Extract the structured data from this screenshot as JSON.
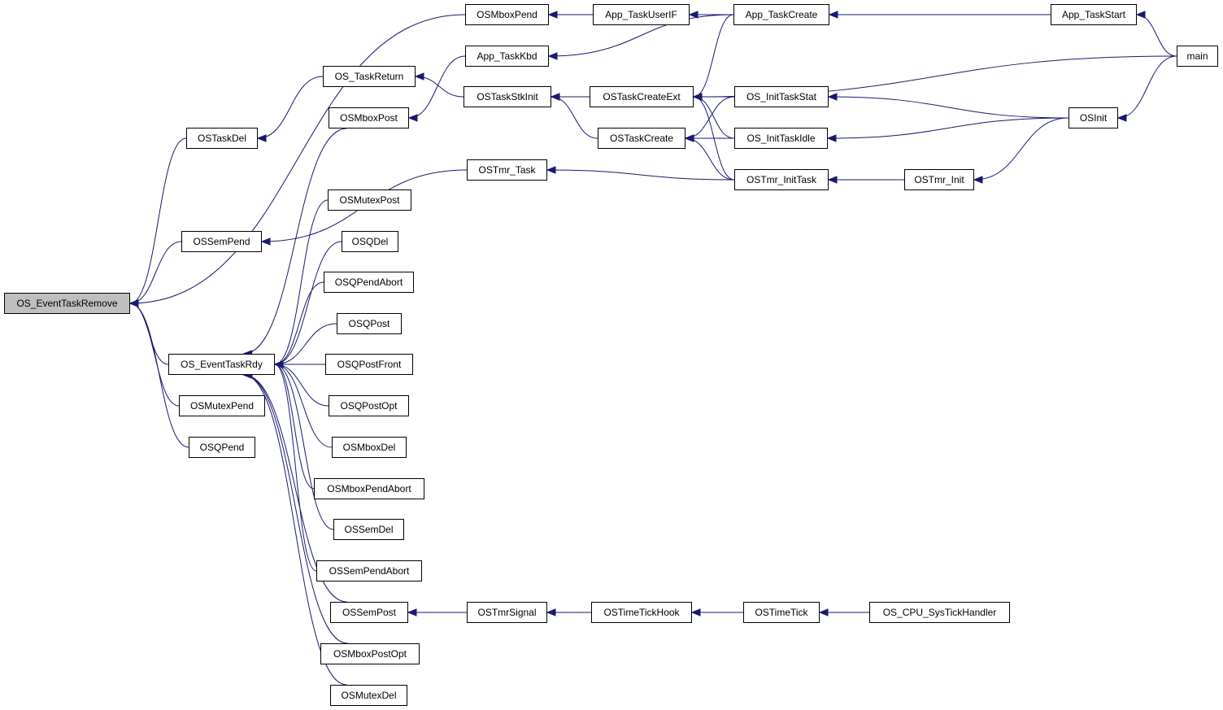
{
  "root": "OS_EventTaskRemove",
  "colors": {
    "edge": "#191970",
    "node_border": "#000000",
    "root_fill": "#bfbfbf",
    "node_fill": "#ffffff"
  },
  "nodes": [
    {
      "id": "OS_EventTaskRemove",
      "label": "OS_EventTaskRemove"
    },
    {
      "id": "OSMboxPend",
      "label": "OSMboxPend"
    },
    {
      "id": "App_TaskUserIF",
      "label": "App_TaskUserIF"
    },
    {
      "id": "App_TaskCreate",
      "label": "App_TaskCreate"
    },
    {
      "id": "App_TaskStart",
      "label": "App_TaskStart"
    },
    {
      "id": "main",
      "label": "main"
    },
    {
      "id": "App_TaskKbd",
      "label": "App_TaskKbd"
    },
    {
      "id": "OS_TaskReturn",
      "label": "OS_TaskReturn"
    },
    {
      "id": "OSTaskStkInit",
      "label": "OSTaskStkInit"
    },
    {
      "id": "OSTaskCreateExt",
      "label": "OSTaskCreateExt"
    },
    {
      "id": "OS_InitTaskStat",
      "label": "OS_InitTaskStat"
    },
    {
      "id": "OSInit",
      "label": "OSInit"
    },
    {
      "id": "OSTaskDel",
      "label": "OSTaskDel"
    },
    {
      "id": "OSMboxPost",
      "label": "OSMboxPost"
    },
    {
      "id": "OSTaskCreate",
      "label": "OSTaskCreate"
    },
    {
      "id": "OS_InitTaskIdle",
      "label": "OS_InitTaskIdle"
    },
    {
      "id": "OSTmr_Task",
      "label": "OSTmr_Task"
    },
    {
      "id": "OSTmr_InitTask",
      "label": "OSTmr_InitTask"
    },
    {
      "id": "OSTmr_Init",
      "label": "OSTmr_Init"
    },
    {
      "id": "OSMutexPost",
      "label": "OSMutexPost"
    },
    {
      "id": "OSSemPend",
      "label": "OSSemPend"
    },
    {
      "id": "OSQDel",
      "label": "OSQDel"
    },
    {
      "id": "OSQPendAbort",
      "label": "OSQPendAbort"
    },
    {
      "id": "OSQPost",
      "label": "OSQPost"
    },
    {
      "id": "OS_EventTaskRdy",
      "label": "OS_EventTaskRdy"
    },
    {
      "id": "OSQPostFront",
      "label": "OSQPostFront"
    },
    {
      "id": "OSMutexPend",
      "label": "OSMutexPend"
    },
    {
      "id": "OSQPostOpt",
      "label": "OSQPostOpt"
    },
    {
      "id": "OSQPend",
      "label": "OSQPend"
    },
    {
      "id": "OSMboxDel",
      "label": "OSMboxDel"
    },
    {
      "id": "OSMboxPendAbort",
      "label": "OSMboxPendAbort"
    },
    {
      "id": "OSSemDel",
      "label": "OSSemDel"
    },
    {
      "id": "OSSemPendAbort",
      "label": "OSSemPendAbort"
    },
    {
      "id": "OSSemPost",
      "label": "OSSemPost"
    },
    {
      "id": "OSTmrSignal",
      "label": "OSTmrSignal"
    },
    {
      "id": "OSTimeTickHook",
      "label": "OSTimeTickHook"
    },
    {
      "id": "OSTimeTick",
      "label": "OSTimeTick"
    },
    {
      "id": "OS_CPU_SysTickHandler",
      "label": "OS_CPU_SysTickHandler"
    },
    {
      "id": "OSMboxPostOpt",
      "label": "OSMboxPostOpt"
    },
    {
      "id": "OSMutexDel",
      "label": "OSMutexDel"
    }
  ],
  "edges": [
    {
      "callee": "OS_EventTaskRemove",
      "caller": "OSMboxPend"
    },
    {
      "callee": "OS_EventTaskRemove",
      "caller": "OSTaskDel"
    },
    {
      "callee": "OS_EventTaskRemove",
      "caller": "OSSemPend"
    },
    {
      "callee": "OS_EventTaskRemove",
      "caller": "OS_EventTaskRdy"
    },
    {
      "callee": "OS_EventTaskRemove",
      "caller": "OSMutexPend"
    },
    {
      "callee": "OS_EventTaskRemove",
      "caller": "OSQPend"
    },
    {
      "callee": "OSMboxPend",
      "caller": "App_TaskUserIF"
    },
    {
      "callee": "App_TaskUserIF",
      "caller": "App_TaskCreate"
    },
    {
      "callee": "App_TaskCreate",
      "caller": "App_TaskStart"
    },
    {
      "callee": "App_TaskStart",
      "caller": "main"
    },
    {
      "callee": "OSTaskDel",
      "caller": "OS_TaskReturn"
    },
    {
      "callee": "OS_TaskReturn",
      "caller": "OSTaskStkInit"
    },
    {
      "callee": "OSTaskStkInit",
      "caller": "OSTaskCreateExt"
    },
    {
      "callee": "OSTaskStkInit",
      "caller": "OSTaskCreate"
    },
    {
      "callee": "OSTaskCreateExt",
      "caller": "App_TaskCreate"
    },
    {
      "callee": "OSTaskCreateExt",
      "caller": "main"
    },
    {
      "callee": "OSTaskCreateExt",
      "caller": "OS_InitTaskStat"
    },
    {
      "callee": "OSTaskCreateExt",
      "caller": "OS_InitTaskIdle"
    },
    {
      "callee": "OSTaskCreateExt",
      "caller": "OSTmr_InitTask"
    },
    {
      "callee": "OSTaskCreate",
      "caller": "OS_InitTaskStat"
    },
    {
      "callee": "OSTaskCreate",
      "caller": "OS_InitTaskIdle"
    },
    {
      "callee": "OSTaskCreate",
      "caller": "OSTmr_InitTask"
    },
    {
      "callee": "OS_InitTaskStat",
      "caller": "OSInit"
    },
    {
      "callee": "OS_InitTaskIdle",
      "caller": "OSInit"
    },
    {
      "callee": "OSInit",
      "caller": "main"
    },
    {
      "callee": "OSTmr_InitTask",
      "caller": "OSTmr_Init"
    },
    {
      "callee": "OSTmr_Init",
      "caller": "OSInit"
    },
    {
      "callee": "OSTmr_Task",
      "caller": "OSTmr_InitTask"
    },
    {
      "callee": "OSSemPend",
      "caller": "OSTmr_Task"
    },
    {
      "callee": "App_TaskKbd",
      "caller": "App_TaskCreate"
    },
    {
      "callee": "OSMboxPost",
      "caller": "App_TaskKbd"
    },
    {
      "callee": "OS_EventTaskRdy",
      "caller": "OSMboxPost"
    },
    {
      "callee": "OS_EventTaskRdy",
      "caller": "OSMutexPost"
    },
    {
      "callee": "OS_EventTaskRdy",
      "caller": "OSQDel"
    },
    {
      "callee": "OS_EventTaskRdy",
      "caller": "OSQPendAbort"
    },
    {
      "callee": "OS_EventTaskRdy",
      "caller": "OSQPost"
    },
    {
      "callee": "OS_EventTaskRdy",
      "caller": "OSQPostFront"
    },
    {
      "callee": "OS_EventTaskRdy",
      "caller": "OSQPostOpt"
    },
    {
      "callee": "OS_EventTaskRdy",
      "caller": "OSMboxDel"
    },
    {
      "callee": "OS_EventTaskRdy",
      "caller": "OSMboxPendAbort"
    },
    {
      "callee": "OS_EventTaskRdy",
      "caller": "OSSemDel"
    },
    {
      "callee": "OS_EventTaskRdy",
      "caller": "OSSemPendAbort"
    },
    {
      "callee": "OS_EventTaskRdy",
      "caller": "OSSemPost"
    },
    {
      "callee": "OS_EventTaskRdy",
      "caller": "OSMboxPostOpt"
    },
    {
      "callee": "OS_EventTaskRdy",
      "caller": "OSMutexDel"
    },
    {
      "callee": "OSSemPost",
      "caller": "OSTmrSignal"
    },
    {
      "callee": "OSTmrSignal",
      "caller": "OSTimeTickHook"
    },
    {
      "callee": "OSTimeTickHook",
      "caller": "OSTimeTick"
    },
    {
      "callee": "OSTimeTick",
      "caller": "OS_CPU_SysTickHandler"
    }
  ]
}
